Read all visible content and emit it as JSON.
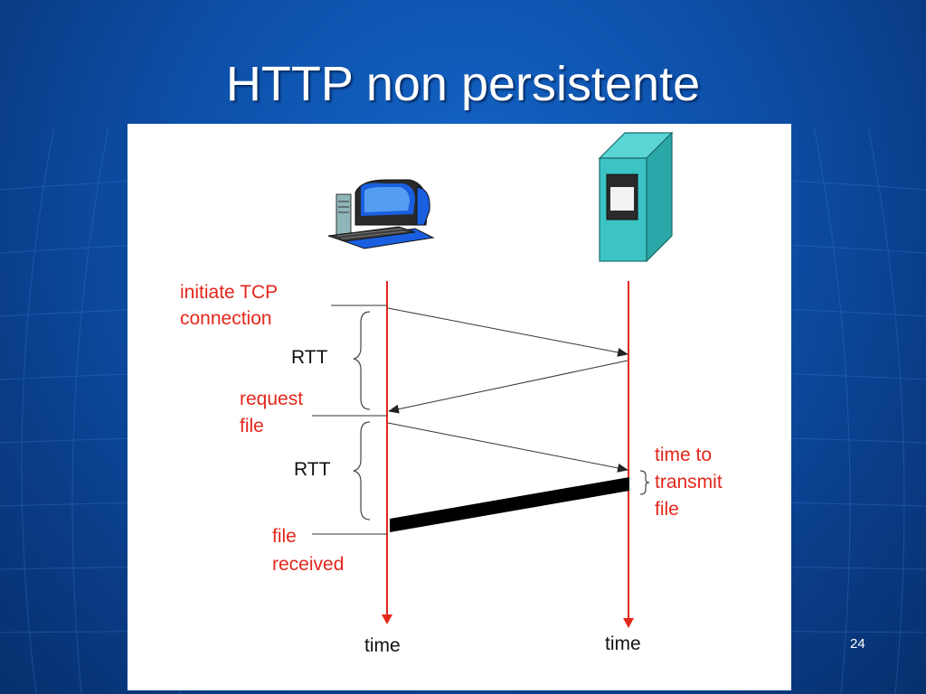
{
  "slide": {
    "title": "HTTP non persistente",
    "page_number": "24"
  },
  "diagram": {
    "labels": {
      "initiate_line1": "initiate TCP",
      "initiate_line2": "connection",
      "rtt1": "RTT",
      "request_line1": "request",
      "request_line2": "file",
      "rtt2": "RTT",
      "transmit_line1": "time to",
      "transmit_line2": "transmit",
      "transmit_line3": "file",
      "received_line1": "file",
      "received_line2": "received",
      "time_client": "time",
      "time_server": "time"
    },
    "icons": {
      "client": "desktop-computer-icon",
      "server": "server-tower-icon"
    },
    "colors": {
      "timeline": "#e3271c",
      "annotation": "#e3271c",
      "message": "#333333",
      "server_body": "#3cc4c4",
      "monitor": "#1a5fe0"
    }
  }
}
